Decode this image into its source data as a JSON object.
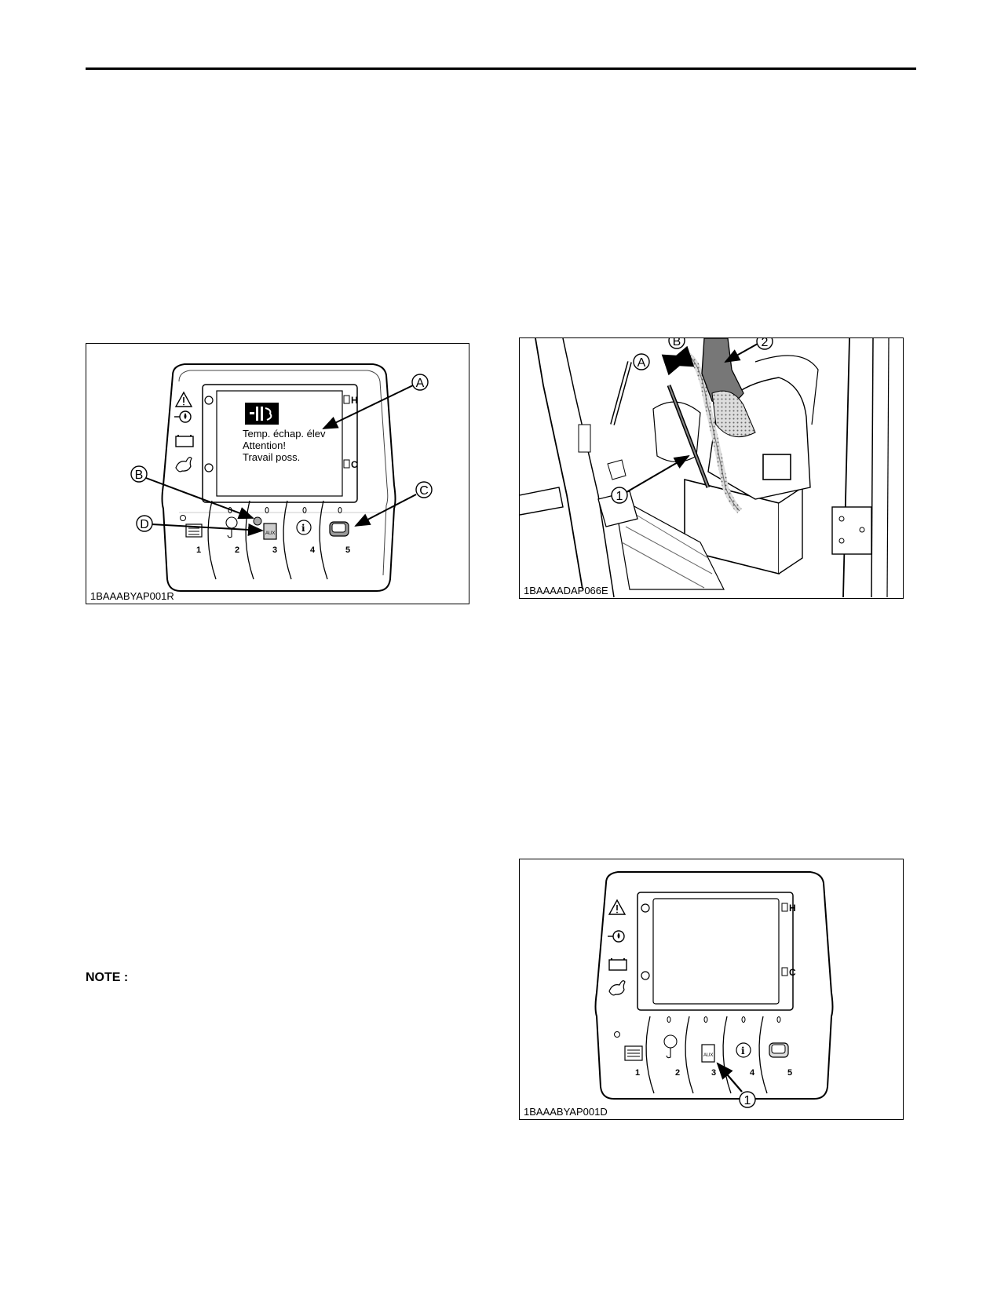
{
  "figures": {
    "fig1": {
      "code": "1BAAABYAP001R",
      "screen_lines": [
        "Temp. échap. élev",
        "Attention!",
        "Travail poss."
      ],
      "callouts": [
        "A",
        "B",
        "C",
        "D"
      ],
      "side_letters": [
        "H",
        "C"
      ],
      "buttons": [
        "1",
        "2",
        "3",
        "4",
        "5"
      ]
    },
    "fig2": {
      "code": "1BAAAADAP066E",
      "callouts": [
        "A",
        "B",
        "1",
        "2"
      ]
    },
    "fig3": {
      "code": "1BAAABYAP001D",
      "callouts": [
        "1"
      ],
      "side_letters": [
        "H",
        "C"
      ],
      "buttons": [
        "1",
        "2",
        "3",
        "4",
        "5"
      ]
    }
  },
  "note": {
    "label": "NOTE :"
  }
}
